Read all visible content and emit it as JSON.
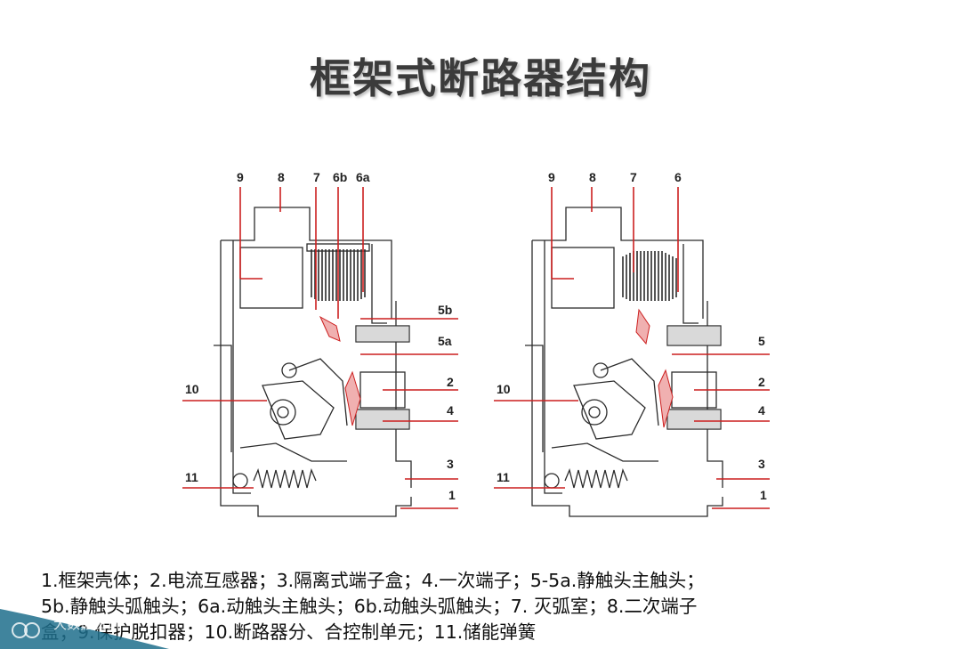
{
  "title": "框架式断路器结构",
  "diagrams": [
    {
      "callouts_top": [
        "9",
        "8",
        "7",
        "6b",
        "6a"
      ],
      "callouts_side": [
        "5b",
        "5a",
        "2",
        "4",
        "3",
        "1",
        "10",
        "11"
      ]
    },
    {
      "callouts_top": [
        "9",
        "8",
        "7",
        "6"
      ],
      "callouts_side": [
        "5",
        "2",
        "4",
        "3",
        "1",
        "10",
        "11"
      ]
    }
  ],
  "legend": {
    "line1": "1.框架壳体；2.电流互感器；3.隔离式端子盒；4.一次端子；5-5a.静触头主触头；",
    "line2": "5b.静触头弧触头；6a.动触头主触头；6b.动触头弧触头；7. 灭弧室；8.二次端子",
    "line3": "盒；9.保护脱扣器；10.断路器分、合控制单元；11.储能弹簧"
  },
  "watermark": "大数据资讯",
  "colors": {
    "callout_line": "#cc1f1f",
    "drawing": "#2b2b2b",
    "highlight_fill": "#d9d9d9",
    "watermark": "#1e6f8c"
  }
}
